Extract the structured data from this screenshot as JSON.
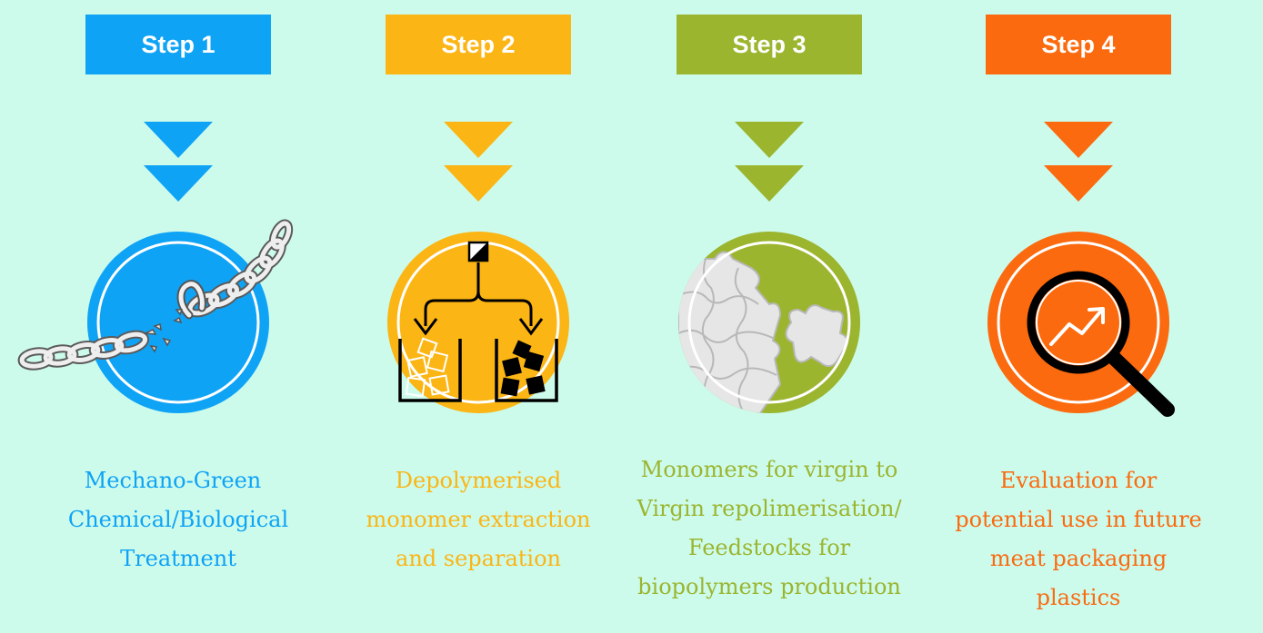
{
  "steps": [
    {
      "label": "Step 1",
      "color": "#0fa3f5",
      "icon": "broken-chain-icon",
      "description_lines": [
        "Mechano-Green",
        "Chemical/Biological",
        "Treatment"
      ]
    },
    {
      "label": "Step 2",
      "color": "#fbb514",
      "icon": "split-sort-icon",
      "description_lines": [
        "Depolymerised",
        "monomer extraction",
        "and separation"
      ]
    },
    {
      "label": "Step 3",
      "color": "#9bb52f",
      "icon": "puzzle-icon",
      "description_lines": [
        "Monomers for virgin to",
        "Virgin repolimerisation/",
        "Feedstocks for",
        "biopolymers production"
      ]
    },
    {
      "label": "Step 4",
      "color": "#fb6a0e",
      "icon": "magnifier-trend-icon",
      "description_lines": [
        "Evaluation for",
        "potential use in future",
        "meat packaging",
        "plastics"
      ]
    }
  ]
}
